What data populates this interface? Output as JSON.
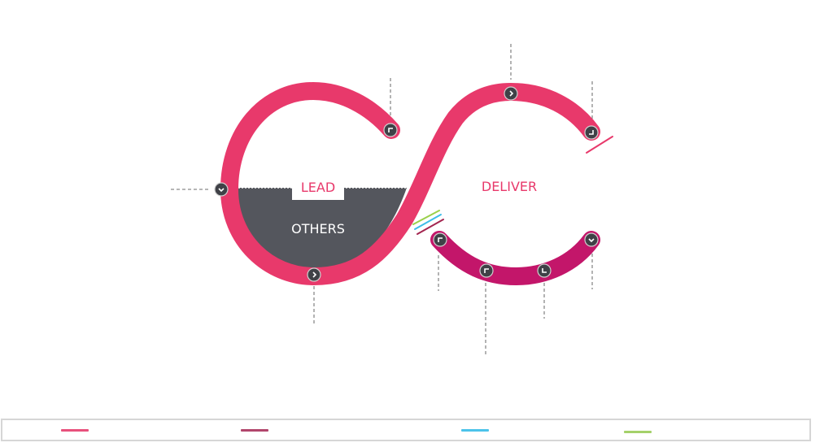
{
  "diagram": {
    "labels": {
      "lead": "LEAD",
      "others": "OTHERS",
      "deliver": "DELIVER"
    },
    "colors": {
      "loop_main": "#e8396b",
      "loop_lower": "#c3166a",
      "fill_dark": "#54565d",
      "node_dark": "#3f4147",
      "connector": "#8a8a8a",
      "accent_green": "#9ad04a",
      "accent_blue": "#3dbde8",
      "accent_maroon": "#a3254f",
      "accent_pink": "#e8396b"
    },
    "nodes": [
      {
        "name": "left-node",
        "icon": "chevron-down-icon"
      },
      {
        "name": "top-left-end-node",
        "icon": "corner-arrow-icon"
      },
      {
        "name": "bottom-left-node",
        "icon": "chevron-right-icon"
      },
      {
        "name": "top-right-node",
        "icon": "chevron-right-icon"
      },
      {
        "name": "top-right-end-node",
        "icon": "corner-arrow-icon"
      },
      {
        "name": "lower-start-node",
        "icon": "corner-arrow-icon"
      },
      {
        "name": "lower-node-2",
        "icon": "corner-arrow-icon"
      },
      {
        "name": "lower-node-3",
        "icon": "corner-arrow-icon"
      },
      {
        "name": "lower-end-node",
        "icon": "chevron-down-icon"
      }
    ]
  },
  "legend": {
    "items": [
      {
        "name": "legend-pink",
        "color": "#e8517c"
      },
      {
        "name": "legend-maroon",
        "color": "#b1466c"
      },
      {
        "name": "legend-blue",
        "color": "#4cc3ea"
      },
      {
        "name": "legend-green",
        "color": "#a4d16a"
      }
    ]
  }
}
